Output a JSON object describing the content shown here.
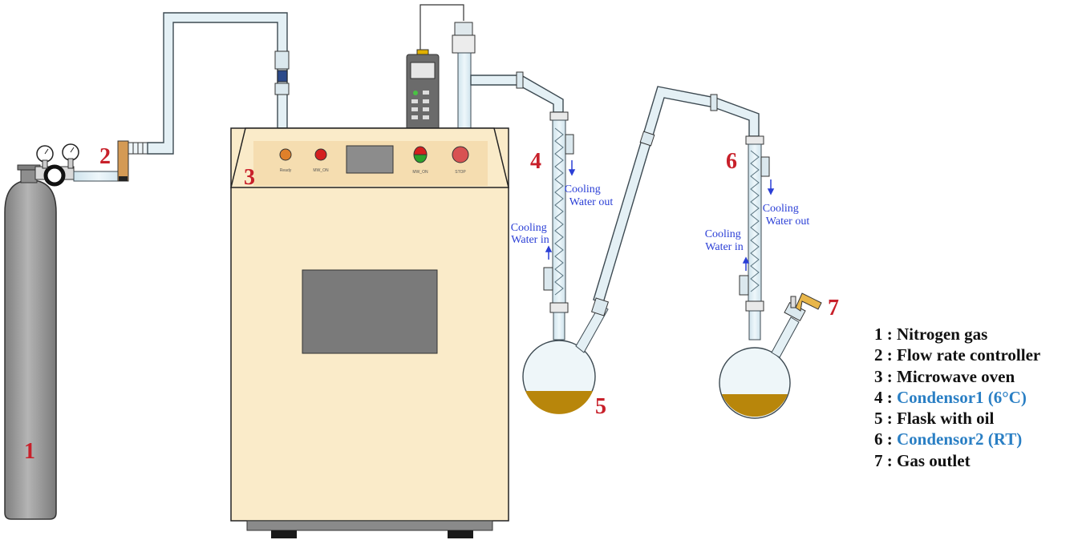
{
  "callouts": [
    "1",
    "2",
    "3",
    "4",
    "5",
    "6",
    "7"
  ],
  "cooling": {
    "c1_out": [
      "Cooling",
      "Water out"
    ],
    "c1_in": [
      "Cooling",
      "Water in"
    ],
    "c2_out": [
      "Cooling",
      "Water out"
    ],
    "c2_in": [
      "Cooling",
      "Water in"
    ]
  },
  "oven_panel": {
    "buttons": [
      "Ready",
      "MW_ON",
      "MW_ON",
      "STOP"
    ]
  },
  "legend": [
    {
      "num": "1 : ",
      "label": "Nitrogen gas",
      "highlight": false
    },
    {
      "num": "2 : ",
      "label": "Flow rate controller",
      "highlight": false
    },
    {
      "num": "3 : ",
      "label": "Microwave oven",
      "highlight": false
    },
    {
      "num": "4 : ",
      "label": "Condensor1 (6°C)",
      "highlight": true
    },
    {
      "num": "5 : ",
      "label": "Flask with oil",
      "highlight": false
    },
    {
      "num": "6 : ",
      "label": "Condensor2 (RT)",
      "highlight": true
    },
    {
      "num": "7 : ",
      "label": "Gas outlet",
      "highlight": false
    }
  ],
  "colors": {
    "tube": "#d9eaf2",
    "tube_edge": "#3d4a52",
    "oil": "#b8860b",
    "cylinder": "#9a9a9a",
    "oven_body": "#faebc9",
    "window": "#7a7a7a",
    "label_red": "#c8202a",
    "label_blue": "#2b3fd6",
    "legend_blue": "#2a7fc4"
  }
}
